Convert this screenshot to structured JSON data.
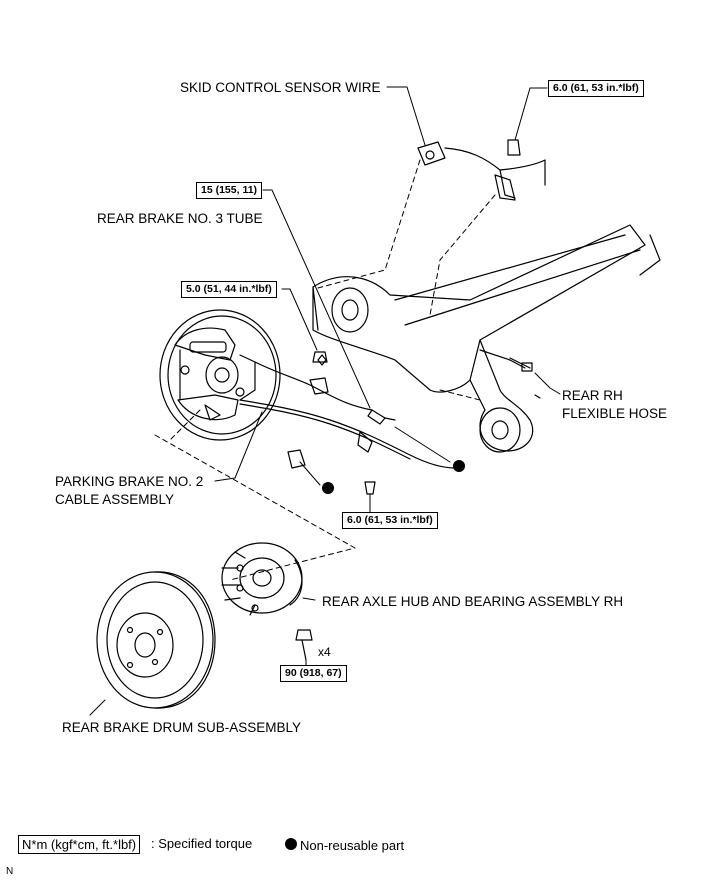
{
  "labels": {
    "skid_sensor_wire": "SKID CONTROL SENSOR WIRE",
    "rear_brake_tube": "REAR BRAKE NO. 3 TUBE",
    "rear_rh_hose_line1": "REAR RH",
    "rear_rh_hose_line2": "FLEXIBLE HOSE",
    "parking_cable_line1": "PARKING BRAKE NO. 2",
    "parking_cable_line2": "CABLE ASSEMBLY",
    "axle_hub": "REAR AXLE HUB AND BEARING ASSEMBLY RH",
    "brake_drum": "REAR BRAKE DRUM SUB-ASSEMBLY",
    "quantity": "x4"
  },
  "torques": {
    "sensor_bolt": "6.0 (61, 53 in.*lbf)",
    "tube_nut": "15 (155, 11)",
    "cable_bolt_upper": "5.0 (51, 44 in.*lbf)",
    "cable_bolt_lower": "6.0 (61, 53 in.*lbf)",
    "hub_bolt": "90 (918, 67)"
  },
  "legend": {
    "torque_unit": "N*m (kgf*cm, ft.*lbf)",
    "torque_desc": ": Specified torque",
    "nonreusable": "Non-reusable part"
  },
  "corner_mark": "N"
}
